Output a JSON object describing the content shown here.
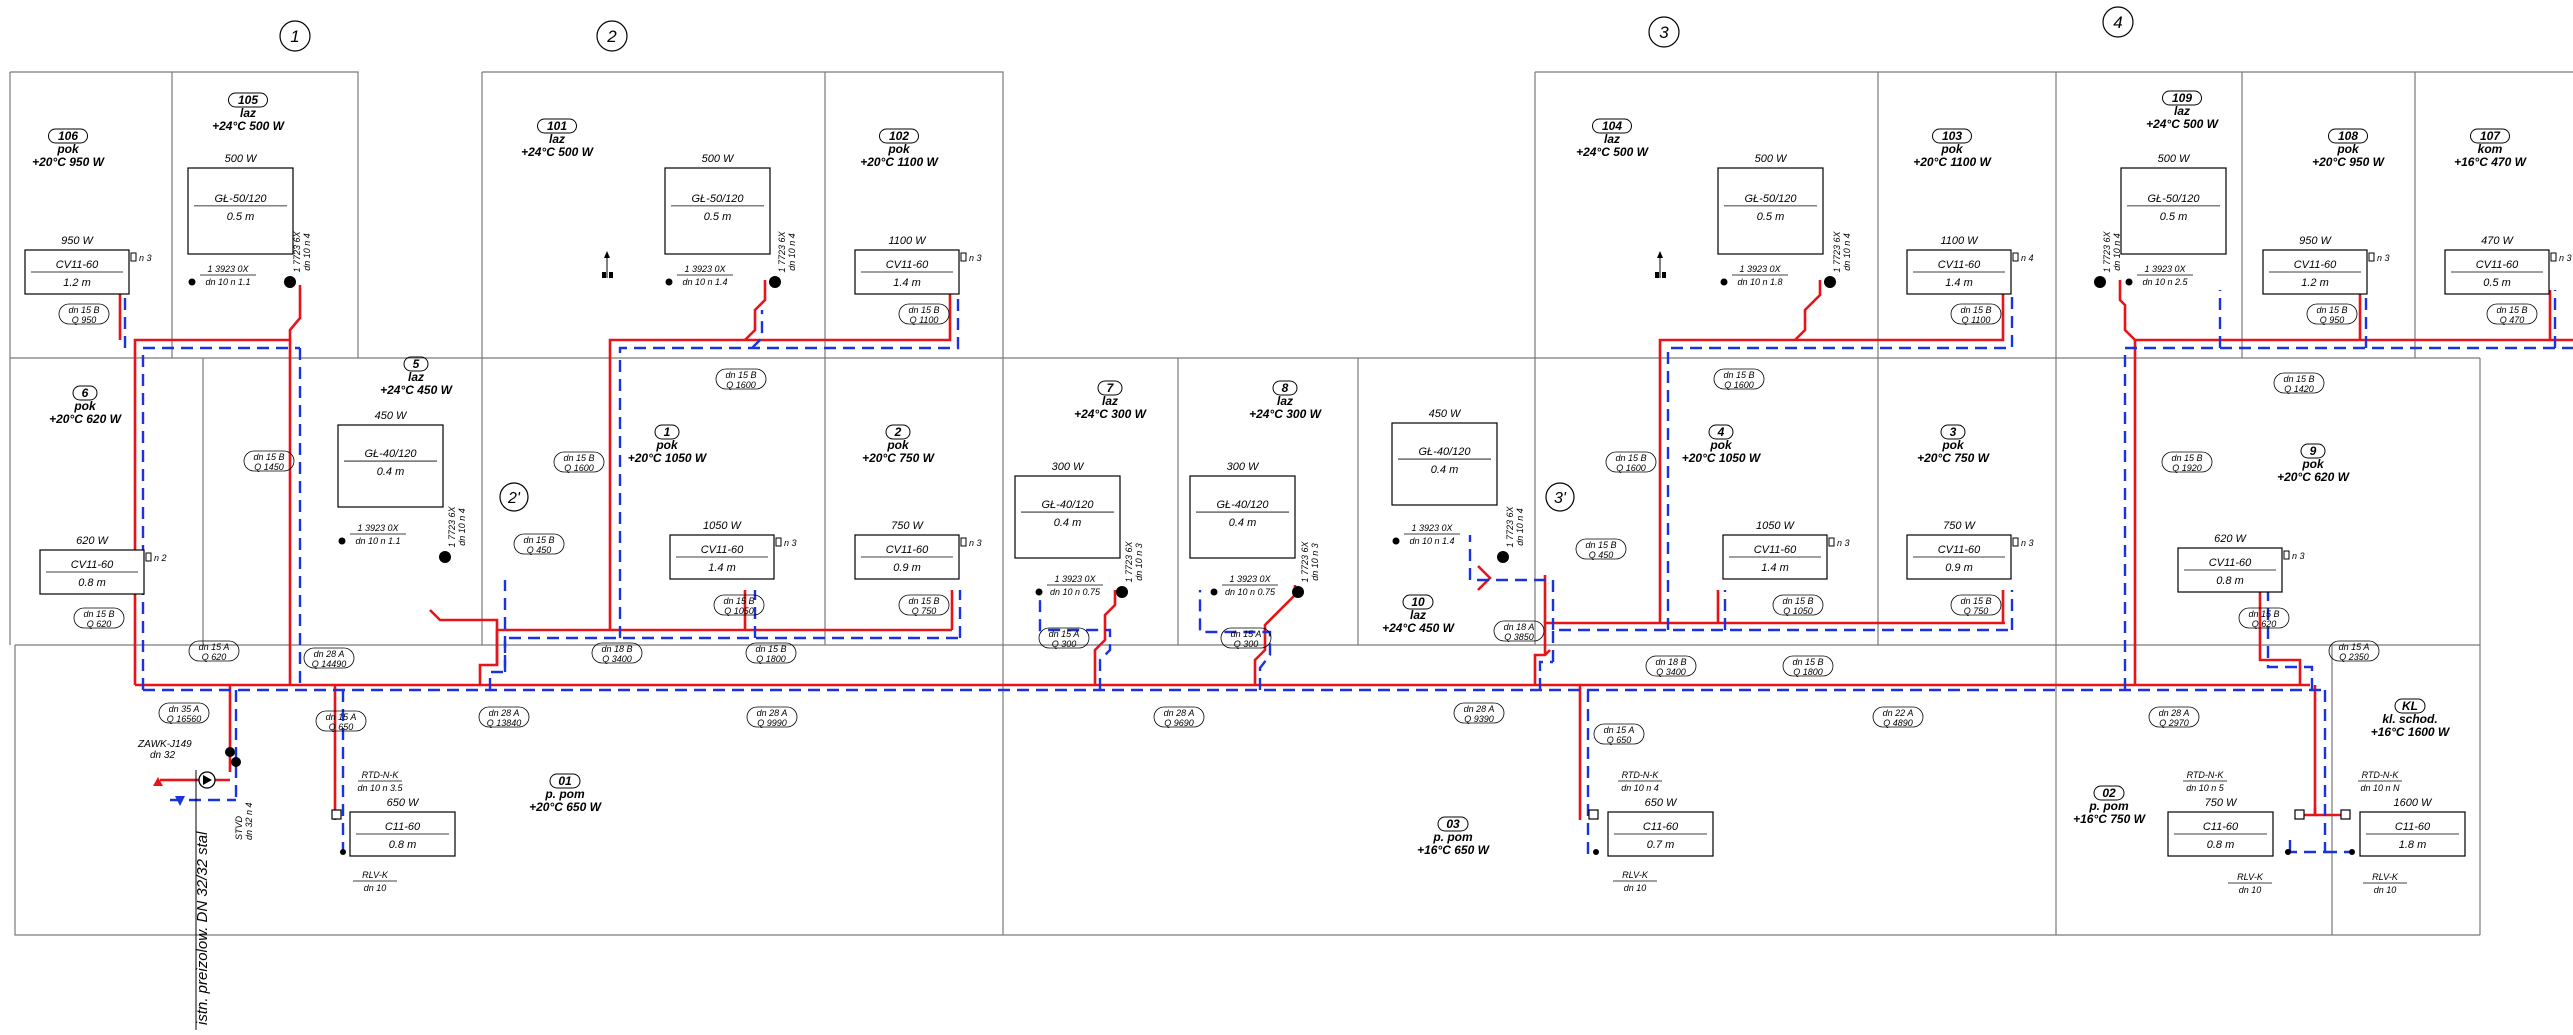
{
  "colors": {
    "supply": "#e8141a",
    "return": "#1a33e0",
    "walls": "#7a7a7a",
    "ink": "#000000"
  },
  "axes": [
    "1",
    "2",
    "3",
    "4",
    "2'",
    "3'"
  ],
  "rooms": [
    {
      "id": "106",
      "name": "pok",
      "temp": "+20°C 950 W"
    },
    {
      "id": "105",
      "name": "laz",
      "temp": "+24°C 500 W"
    },
    {
      "id": "101",
      "name": "laz",
      "temp": "+24°C 500 W"
    },
    {
      "id": "102",
      "name": "pok",
      "temp": "+20°C 1100 W"
    },
    {
      "id": "104",
      "name": "laz",
      "temp": "+24°C 500 W"
    },
    {
      "id": "103",
      "name": "pok",
      "temp": "+20°C 1100 W"
    },
    {
      "id": "109",
      "name": "laz",
      "temp": "+24°C 500 W"
    },
    {
      "id": "108",
      "name": "pok",
      "temp": "+20°C 950 W"
    },
    {
      "id": "107",
      "name": "kom",
      "temp": "+16°C 470 W"
    },
    {
      "id": "6",
      "name": "pok",
      "temp": "+20°C 620 W"
    },
    {
      "id": "5",
      "name": "laz",
      "temp": "+24°C 450 W"
    },
    {
      "id": "1",
      "name": "pok",
      "temp": "+20°C 1050 W"
    },
    {
      "id": "2",
      "name": "pok",
      "temp": "+20°C 750 W"
    },
    {
      "id": "7",
      "name": "laz",
      "temp": "+24°C 300 W"
    },
    {
      "id": "8",
      "name": "laz",
      "temp": "+24°C 300 W"
    },
    {
      "id": "10",
      "name": "laz",
      "temp": "+24°C 450 W"
    },
    {
      "id": "4",
      "name": "pok",
      "temp": "+20°C 1050 W"
    },
    {
      "id": "3",
      "name": "pok",
      "temp": "+20°C 750 W"
    },
    {
      "id": "9",
      "name": "pok",
      "temp": "+20°C 620 W"
    },
    {
      "id": "01",
      "name": "p. pom",
      "temp": "+20°C 650 W"
    },
    {
      "id": "03",
      "name": "p. pom",
      "temp": "+16°C 650 W"
    },
    {
      "id": "02",
      "name": "p. pom",
      "temp": "+16°C 750 W"
    },
    {
      "id": "KL",
      "name": "kl. schod.",
      "temp": "+16°C 1600 W"
    }
  ],
  "radiators": [
    {
      "power": "950 W",
      "type": "CV11-60",
      "len": "1.2 m",
      "n": "n 3"
    },
    {
      "power": "500 W",
      "type": "GŁ-50/120",
      "len": "0.5 m"
    },
    {
      "power": "500 W",
      "type": "GŁ-50/120",
      "len": "0.5 m"
    },
    {
      "power": "1100 W",
      "type": "CV11-60",
      "len": "1.4 m",
      "n": "n 3"
    },
    {
      "power": "500 W",
      "type": "GŁ-50/120",
      "len": "0.5 m"
    },
    {
      "power": "1100 W",
      "type": "CV11-60",
      "len": "1.4 m",
      "n": "n 4"
    },
    {
      "power": "500 W",
      "type": "GŁ-50/120",
      "len": "0.5 m"
    },
    {
      "power": "950 W",
      "type": "CV11-60",
      "len": "1.2 m",
      "n": "n 3"
    },
    {
      "power": "470 W",
      "type": "CV11-60",
      "len": "0.5 m",
      "n": "n 3"
    },
    {
      "power": "620 W",
      "type": "CV11-60",
      "len": "0.8 m",
      "n": "n 2"
    },
    {
      "power": "450 W",
      "type": "GŁ-40/120",
      "len": "0.4 m"
    },
    {
      "power": "1050 W",
      "type": "CV11-60",
      "len": "1.4 m",
      "n": "n 3"
    },
    {
      "power": "750 W",
      "type": "CV11-60",
      "len": "0.9 m",
      "n": "n 3"
    },
    {
      "power": "300 W",
      "type": "GŁ-40/120",
      "len": "0.4 m"
    },
    {
      "power": "300 W",
      "type": "GŁ-40/120",
      "len": "0.4 m"
    },
    {
      "power": "450 W",
      "type": "GŁ-40/120",
      "len": "0.4 m"
    },
    {
      "power": "1050 W",
      "type": "CV11-60",
      "len": "1.4 m",
      "n": "n 3"
    },
    {
      "power": "750 W",
      "type": "CV11-60",
      "len": "0.9 m",
      "n": "n 3"
    },
    {
      "power": "620 W",
      "type": "CV11-60",
      "len": "0.8 m",
      "n": "n 3"
    },
    {
      "power": "650 W",
      "type": "C11-60",
      "len": "0.8 m"
    },
    {
      "power": "650 W",
      "type": "C11-60",
      "len": "0.7 m"
    },
    {
      "power": "750 W",
      "type": "C11-60",
      "len": "0.8 m"
    },
    {
      "power": "1600 W",
      "type": "C11-60",
      "len": "1.8 m"
    }
  ],
  "pipe_tags": [
    {
      "a": "dn 15 B",
      "b": "Q 950"
    },
    {
      "a": "dn 15 B",
      "b": "Q 1100"
    },
    {
      "a": "dn 15 B",
      "b": "Q 1100"
    },
    {
      "a": "dn 15 B",
      "b": "Q 950"
    },
    {
      "a": "dn 15 B",
      "b": "Q 470"
    },
    {
      "a": "dn 15 B",
      "b": "Q 1600"
    },
    {
      "a": "dn 15 B",
      "b": "Q 1600"
    },
    {
      "a": "dn 15 B",
      "b": "Q 1420"
    },
    {
      "a": "dn 15 B",
      "b": "Q 1450"
    },
    {
      "a": "dn 15 B",
      "b": "Q 1600"
    },
    {
      "a": "dn 15 B",
      "b": "Q 1600"
    },
    {
      "a": "dn 15 B",
      "b": "Q 1920"
    },
    {
      "a": "dn 15 B",
      "b": "Q 450"
    },
    {
      "a": "dn 15 B",
      "b": "Q 450"
    },
    {
      "a": "dn 15 B",
      "b": "Q 620"
    },
    {
      "a": "dn 15 B",
      "b": "Q 1050"
    },
    {
      "a": "dn 15 B",
      "b": "Q 750"
    },
    {
      "a": "dn 15 B",
      "b": "Q 1050"
    },
    {
      "a": "dn 15 B",
      "b": "Q 750"
    },
    {
      "a": "dn 15 B",
      "b": "Q 620"
    },
    {
      "a": "dn 15 A",
      "b": "Q 620"
    },
    {
      "a": "dn 28 A",
      "b": "Q 14490"
    },
    {
      "a": "dn 18 B",
      "b": "Q 3400"
    },
    {
      "a": "dn 15 B",
      "b": "Q 1800"
    },
    {
      "a": "dn 15 A",
      "b": "Q 300"
    },
    {
      "a": "dn 15 A",
      "b": "Q 300"
    },
    {
      "a": "dn 18 A",
      "b": "Q 3850"
    },
    {
      "a": "dn 18 B",
      "b": "Q 3400"
    },
    {
      "a": "dn 15 B",
      "b": "Q 1800"
    },
    {
      "a": "dn 15 A",
      "b": "Q 2350"
    },
    {
      "a": "dn 35 A",
      "b": "Q 16560"
    },
    {
      "a": "dn 15 A",
      "b": "Q 650"
    },
    {
      "a": "dn 28 A",
      "b": "Q 13840"
    },
    {
      "a": "dn 28 A",
      "b": "Q 9990"
    },
    {
      "a": "dn 28 A",
      "b": "Q 9690"
    },
    {
      "a": "dn 28 A",
      "b": "Q 9390"
    },
    {
      "a": "dn 22 A",
      "b": "Q 4890"
    },
    {
      "a": "dn 28 A",
      "b": "Q 2970"
    },
    {
      "a": "dn 15 A",
      "b": "Q 650"
    }
  ],
  "valves": [
    {
      "a": "1 3923 0X",
      "b": "dn 10  n 1.1"
    },
    {
      "a": "1 3923 0X",
      "b": "dn 10  n 1.4"
    },
    {
      "a": "1 3923 0X",
      "b": "dn 10  n 1.8"
    },
    {
      "a": "1 3923 0X",
      "b": "dn 10  n 2.5"
    },
    {
      "a": "1 3923 0X",
      "b": "dn 10  n 1.1"
    },
    {
      "a": "1 3923 0X",
      "b": "dn 10  n 0.75"
    },
    {
      "a": "1 3923 0X",
      "b": "dn 10  n 0.75"
    },
    {
      "a": "1 3923 0X",
      "b": "dn 10  n 1.4"
    }
  ],
  "vert_valves": [
    {
      "a": "1 7723 6X",
      "b": "dn 10  n 4"
    },
    {
      "a": "1 7723 6X",
      "b": "dn 10  n 4"
    },
    {
      "a": "1 7723 6X",
      "b": "dn 10  n 4"
    },
    {
      "a": "1 7723 6X",
      "b": "dn 10  n 4"
    },
    {
      "a": "1 7723 6X",
      "b": "dn 10  n 4"
    },
    {
      "a": "1 7723 6X",
      "b": "dn 10  n 3"
    },
    {
      "a": "1 7723 6X",
      "b": "dn 10  n 3"
    },
    {
      "a": "1 7723 6X",
      "b": "dn 10  n 4"
    }
  ],
  "fittings": [
    {
      "a": "RTD-N-K",
      "b": "dn 10  n 3.5"
    },
    {
      "a": "RLV-K",
      "b": "dn 10"
    },
    {
      "a": "RTD-N-K",
      "b": "dn 10  n 4"
    },
    {
      "a": "RLV-K",
      "b": "dn 10"
    },
    {
      "a": "RTD-N-K",
      "b": "dn 10  n 5"
    },
    {
      "a": "RTD-N-K",
      "b": "dn 10  n N"
    },
    {
      "a": "RLV-K",
      "b": "dn 10"
    },
    {
      "a": "RLV-K",
      "b": "dn 10"
    }
  ],
  "source": {
    "pump_a": "ZAWK-J149",
    "pump_b": "dn 32",
    "riser": "istn. preizolow. DN 32/32 stal",
    "stv_a": "STVD",
    "stv_b": "dn 32  n 4"
  }
}
